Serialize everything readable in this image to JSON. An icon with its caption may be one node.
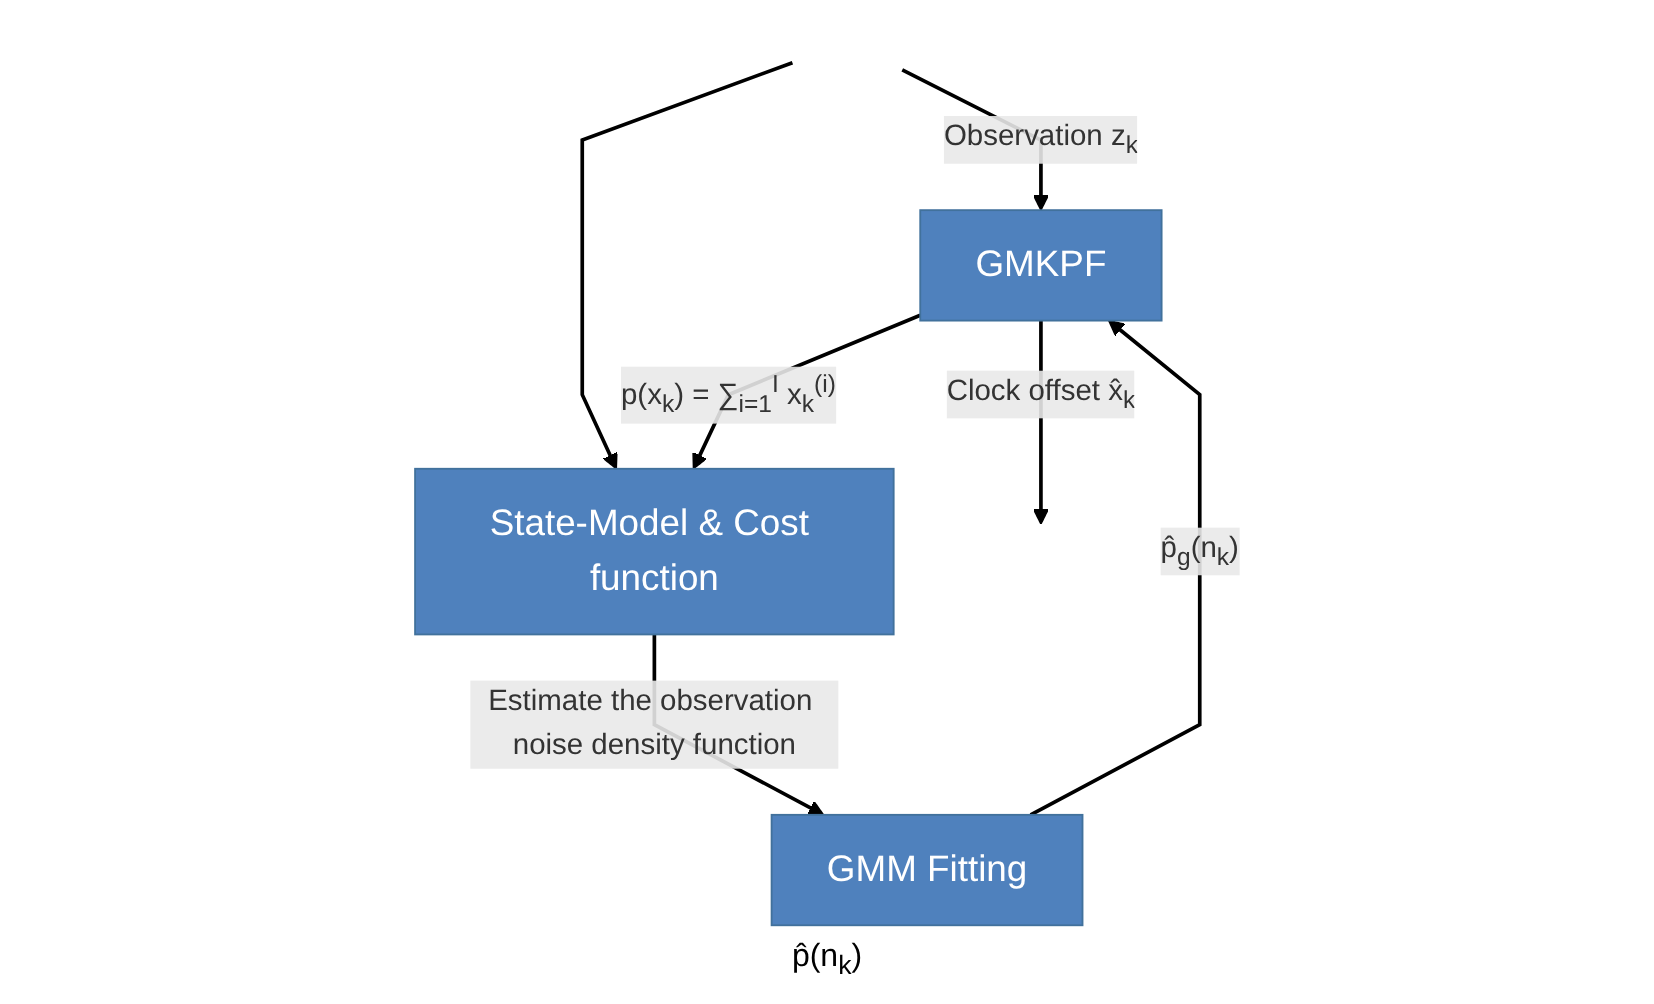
{
  "diagram": {
    "nodes": [
      {
        "text": [
          "GMKPF"
        ]
      },
      {
        "text": [
          "GMM Fitting"
        ]
      },
      {
        "text": [
          "State-Model & Cost function"
        ]
      }
    ],
    "edges": [
      {
        "from": null,
        "to": 0,
        "arrow": "to",
        "label": "Observation z$_{k}$"
      },
      {
        "from": null,
        "to": 2,
        "arrow": "to"
      },
      {
        "from": 0,
        "to": null,
        "arrow": "to",
        "label": "Clock offset x̂$_{k}$"
      },
      {
        "from": 0,
        "to": 2,
        "arrow": "to",
        "label": "p(x$_{k}$) = ∑$_{i=1}$$^{I}$ x$_{k}$$^{(i)}$"
      },
      {
        "from": 2,
        "to": 1,
        "arrow": "to",
        "label": "Estimate the observation noise density function"
      },
      {
        "from": 1,
        "to": 0,
        "arrow": "to",
        "label": "p̂$_{g}$(n$_{k}$)"
      }
    ],
    "labels": [
      "p̂(n$_{k}$)"
    ]
  }
}
